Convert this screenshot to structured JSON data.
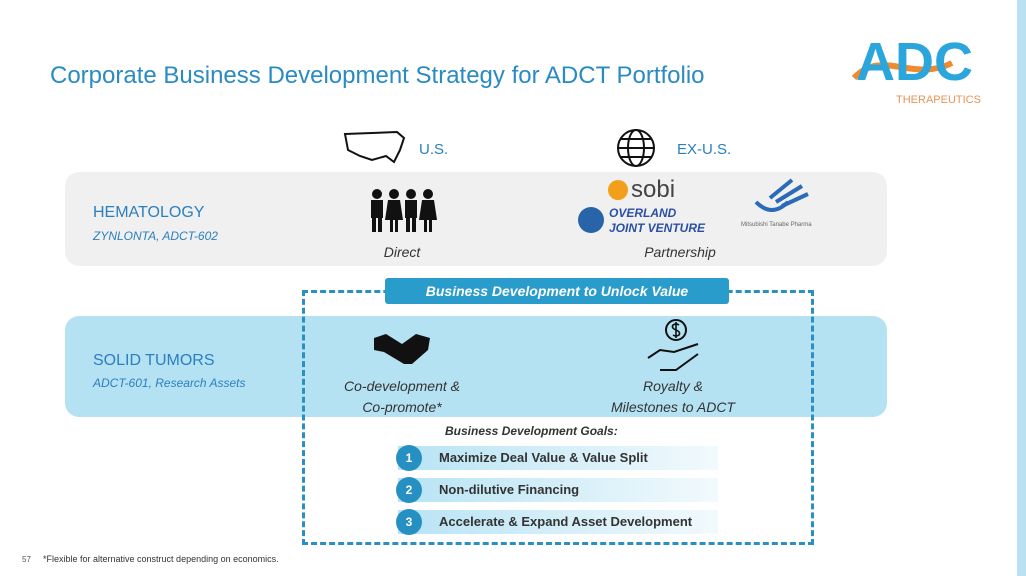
{
  "title": "Corporate Business Development Strategy for ADCT Portfolio",
  "logo": {
    "text": "ADC",
    "subtitle": "THERAPEUTICS"
  },
  "regions": {
    "us": "U.S.",
    "exus": "EX-U.S."
  },
  "hematology": {
    "title": "HEMATOLOGY",
    "assets": "ZYNLONTA, ADCT-602",
    "us_label": "Direct",
    "exus_label": "Partnership",
    "partners": {
      "sobi": "sobi",
      "overland_1": "OVERLAND",
      "overland_2": "JOINT VENTURE",
      "mitsubishi": "Mitsubishi Tanabe Pharma"
    }
  },
  "bd_banner": "Business Development to Unlock Value",
  "solid": {
    "title": "SOLID TUMORS",
    "assets": "ADCT-601, Research Assets",
    "us_label_1": "Co-development &",
    "us_label_2": "Co-promote*",
    "exus_label_1": "Royalty &",
    "exus_label_2": "Milestones to ADCT"
  },
  "goals": {
    "heading": "Business Development Goals:",
    "items": [
      {
        "num": "1",
        "label": "Maximize Deal Value & Value Split"
      },
      {
        "num": "2",
        "label": "Non-dilutive Financing"
      },
      {
        "num": "3",
        "label": "Accelerate & Expand Asset Development"
      }
    ]
  },
  "footer": {
    "page": "57",
    "note": "*Flexible for alternative construct depending on economics."
  }
}
